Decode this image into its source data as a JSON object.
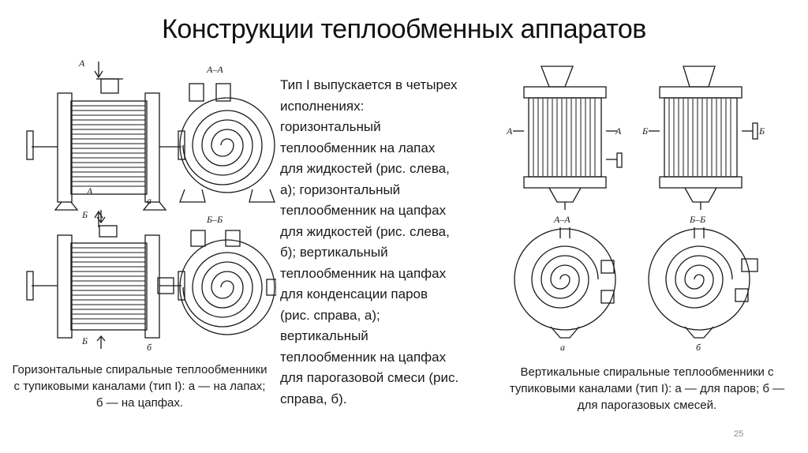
{
  "slide": {
    "title": "Конструкции теплообменных аппаратов",
    "body_lines": [
      "Тип I выпускается в четырех",
      "исполнениях:",
      "горизонтальный",
      "теплообменник на лапах",
      "для жидкостей (рис. слева,",
      "а); горизонтальный",
      "теплообменник на цапфах",
      "для жидкостей (рис. слева,",
      "б); вертикальный",
      "теплообменник на цапфах",
      "для конденсации паров",
      "(рис. справа, а);",
      "вертикальный",
      "теплообменник на цапфах",
      "для парогазовой смеси (рис.",
      "справа, б)."
    ],
    "caption_left": "Горизонтальные спиральные теплообменники с тупиковыми каналами (тип I): а — на лапах; б — на цапфах.",
    "caption_right": "Вертикальные спиральные теплообменники с тупиковыми каналами (тип I): а — для паров; б — для парогазовых смесей.",
    "page_number": "25"
  },
  "figure_left": {
    "labels": {
      "section_a": "А",
      "section_aa": "А–А",
      "section_b": "Б",
      "section_bb": "Б–Б",
      "sub_a": "а",
      "sub_b": "б"
    }
  },
  "figure_right": {
    "labels": {
      "section_a": "А",
      "section_aa": "А–А",
      "section_b": "Б",
      "section_bb": "Б–Б",
      "sub_a": "а",
      "sub_b": "б"
    }
  }
}
